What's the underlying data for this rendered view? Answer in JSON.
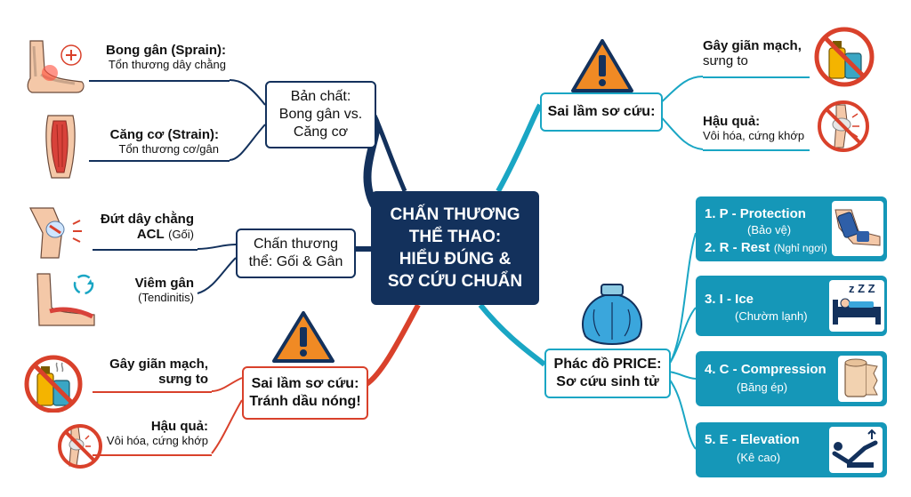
{
  "center": {
    "lines": [
      "CHẤN THƯƠNG",
      "THỂ THAO:",
      "HIỂU ĐÚNG &",
      "SƠ CỨU CHUẨN"
    ]
  },
  "nature": {
    "lines": [
      "Bản chất:",
      "Bong gân vs.",
      "Căng cơ"
    ],
    "sprain": {
      "title": "Bong gân (Sprain):",
      "sub": "Tổn thương dây chằng"
    },
    "strain": {
      "title": "Căng cơ (Strain):",
      "sub": "Tổn thương cơ/gân"
    }
  },
  "knee": {
    "lines": [
      "Chấn thương",
      "thể: Gối & Gân"
    ],
    "acl": {
      "title1": "Đứt dây chằng",
      "title2": "ACL",
      "sub": "(Gối)"
    },
    "tendinitis": {
      "title": "Viêm gân",
      "sub": "(Tendinitis)"
    }
  },
  "mistake_left": {
    "lines": [
      "Sai lầm sơ cứu:",
      "Tránh dầu nóng!"
    ],
    "vasodilation": {
      "line1": "Gây giãn mạch,",
      "line2": "sưng to"
    },
    "consequence": {
      "title": "Hậu quả:",
      "sub": "Vôi hóa, cứng khớp"
    }
  },
  "mistake_right": {
    "lines": [
      "Sai lầm sơ cứu:"
    ],
    "vasodilation": {
      "line1": "Gây giãn mạch,",
      "line2": "sưng to"
    },
    "consequence": {
      "title": "Hậu quả:",
      "sub": "Vôi hóa, cứng khớp"
    }
  },
  "price": {
    "lines": [
      "Phác đồ PRICE:",
      "Sơ cứu sinh tử"
    ],
    "p": {
      "title": "1. P - Protection",
      "sub": "(Bảo vệ)"
    },
    "r": {
      "title": "2. R - Rest",
      "sub": "(Nghỉ ngơi)"
    },
    "i": {
      "title": "3. I - Ice",
      "sub": "(Chườm lạnh)",
      "zzz": "z Z Z"
    },
    "c": {
      "title": "4. C - Compression",
      "sub": "(Băng ép)"
    },
    "e": {
      "title": "5. E - Elevation",
      "sub": "(Kê cao)"
    }
  },
  "icons": {
    "warning_left": "warning-triangle-icon",
    "warning_right": "warning-triangle-icon",
    "ice_bag": "ice-bag-icon",
    "no_oil": "no-hot-oil-icon",
    "no_joint": "no-calcified-joint-icon"
  },
  "colors": {
    "navy": "#13315c",
    "red": "#d9412b",
    "teal": "#1aa6c4",
    "teal_box": "#1597b8",
    "warn_orange": "#f08a24"
  }
}
